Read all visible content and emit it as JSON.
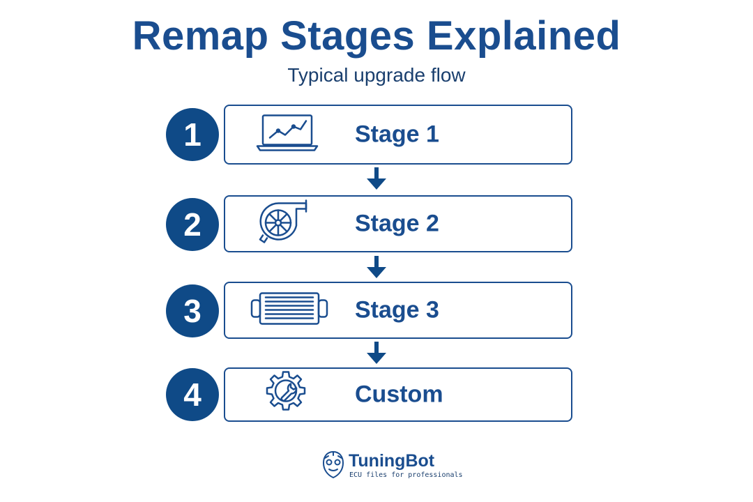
{
  "header": {
    "title": "Remap Stages Explained",
    "subtitle": "Typical upgrade flow"
  },
  "steps": [
    {
      "number": "1",
      "label": "Stage 1",
      "icon": "laptop-chart-icon"
    },
    {
      "number": "2",
      "label": "Stage 2",
      "icon": "turbocharger-icon"
    },
    {
      "number": "3",
      "label": "Stage 3",
      "icon": "intercooler-icon"
    },
    {
      "number": "4",
      "label": "Custom",
      "icon": "gear-wrench-icon"
    }
  ],
  "brand": {
    "name": "TuningBot",
    "tagline": "ECU files for professionals",
    "icon": "robot-face-icon"
  },
  "colors": {
    "primary": "#1a4d8f",
    "circle": "#0f4a87",
    "background": "#ffffff"
  }
}
